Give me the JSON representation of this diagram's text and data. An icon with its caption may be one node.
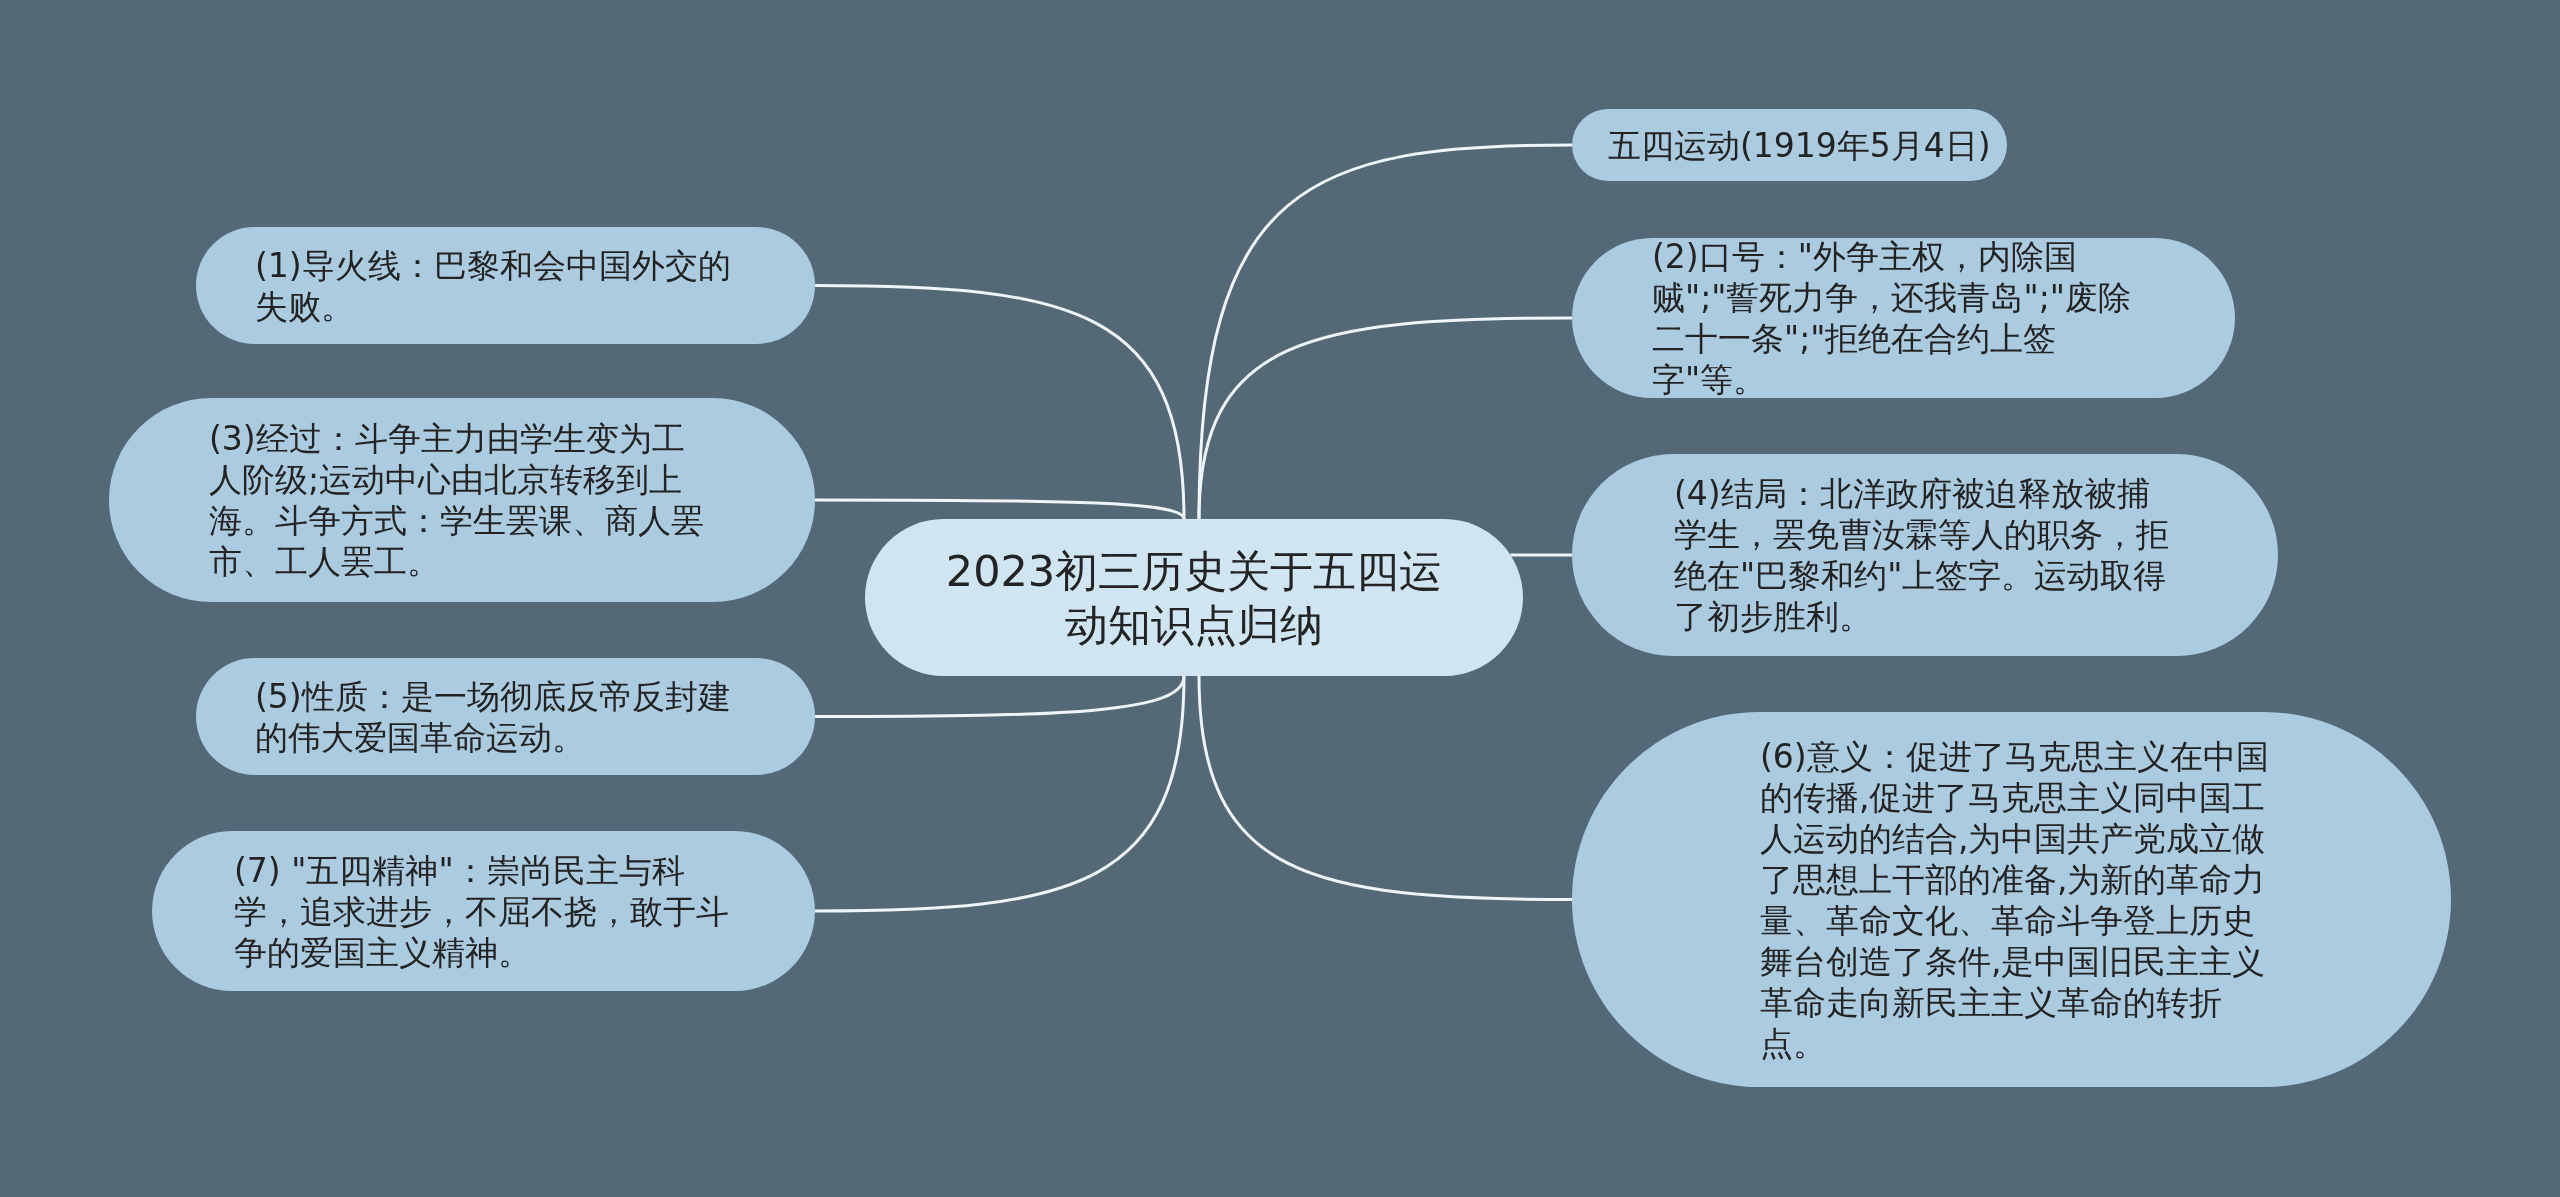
{
  "diagram": {
    "nodes": [
      {
        "text": [
          "2023初三历史关于五四运动知识点归纳"
        ]
      },
      {
        "text": [
          "五四运动(1919年5月4日)"
        ]
      },
      {
        "text": [
          "(1)导火线：巴黎和会中国外交的失败。"
        ]
      },
      {
        "text": [
          "(2)口号：\"外争主权，内除国贼\";\"誓死力争，还我青岛\";\"废除二十一条\";\"拒绝在合约上签字\"等。"
        ]
      },
      {
        "text": [
          "(3)经过：斗争主力由学生变为工人阶级;运动中心由北京转移到上海。斗争方式：学生罢课、商人罢市、工人罢工。"
        ]
      },
      {
        "text": [
          "(4)结局：北洋政府被迫释放被捕学生，罢免曹汝霖等人的职务，拒绝在\"巴黎和约\"上签字。运动取得了初步胜利。"
        ]
      },
      {
        "text": [
          "(5)性质：是一场彻底反帝反封建的伟大爱国革命运动。"
        ]
      },
      {
        "text": [
          "(6)意义：促进了马克思主义在中国的传播,促进了马克思主义同中国工人运动的结合,为中国共产党成立做了思想上干部的准备,为新的革命力量、革命文化、革命斗争登上历史舞台创造了条件,是中国旧民主主义革命走向新民主主义革命的转折点。"
        ]
      },
      {
        "text": [
          "(7) \"五四精神\"：崇尚民主与科学，追求进步，不屈不挠，敢于斗争的爱国主义精神。"
        ]
      }
    ],
    "edges": [
      {
        "from": 0,
        "to": 1,
        "arrow": "none"
      },
      {
        "from": 0,
        "to": 2,
        "arrow": "none"
      },
      {
        "from": 0,
        "to": 3,
        "arrow": "none"
      },
      {
        "from": 0,
        "to": 4,
        "arrow": "none"
      },
      {
        "from": 0,
        "to": 5,
        "arrow": "none"
      },
      {
        "from": 0,
        "to": 6,
        "arrow": "none"
      },
      {
        "from": 0,
        "to": 7,
        "arrow": "none"
      },
      {
        "from": 0,
        "to": 8,
        "arrow": "none"
      }
    ]
  }
}
